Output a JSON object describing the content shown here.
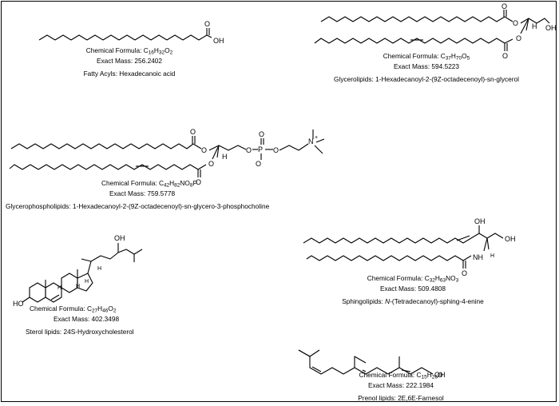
{
  "lipids": [
    {
      "key": "fatty_acyls",
      "formula": [
        [
          "C",
          ""
        ],
        [
          "16",
          "sub"
        ],
        [
          "H",
          ""
        ],
        [
          "32",
          "sub"
        ],
        [
          "O",
          ""
        ],
        [
          "2",
          "sub"
        ]
      ],
      "formula_prefix": "Chemical Formula: ",
      "exact_mass": "Exact Mass: 256.2402",
      "label": "Fatty Acyls: Hexadecanoic acid",
      "atoms": [
        "O",
        "OH"
      ]
    },
    {
      "key": "glycerolipids",
      "formula": [
        [
          "C",
          ""
        ],
        [
          "37",
          "sub"
        ],
        [
          "H",
          ""
        ],
        [
          "70",
          "sub"
        ],
        [
          "O",
          ""
        ],
        [
          "5",
          "sub"
        ]
      ],
      "formula_prefix": "Chemical Formula: ",
      "exact_mass": "Exact Mass: 594.5223",
      "label": "Glycerolipids:  1-Hexadecanoyl-2-(9Z-octadecenoyl)-sn-glycerol",
      "atoms": [
        "O",
        "O",
        "O",
        "O",
        "H",
        "OH"
      ]
    },
    {
      "key": "glycerophospholipids",
      "formula": [
        [
          "C",
          ""
        ],
        [
          "42",
          "sub"
        ],
        [
          "H",
          ""
        ],
        [
          "82",
          "sub"
        ],
        [
          "NO",
          ""
        ],
        [
          "8",
          "sub"
        ],
        [
          "P",
          ""
        ]
      ],
      "formula_prefix": "Chemical Formula: ",
      "exact_mass": "Exact Mass: 759.5778",
      "label": "Glycerophospholipids: 1-Hexadecanoyl-2-(9Z-octadecenoyl)-sn-glycero-3-phosphocholine",
      "atoms": [
        "O",
        "O",
        "O",
        "O",
        "H",
        "O",
        "P",
        "O",
        "O",
        "O",
        "N",
        "+"
      ]
    },
    {
      "key": "sterol_lipids",
      "formula": [
        [
          "C",
          ""
        ],
        [
          "27",
          "sub"
        ],
        [
          "H",
          ""
        ],
        [
          "46",
          "sub"
        ],
        [
          "O",
          ""
        ],
        [
          "2",
          "sub"
        ]
      ],
      "formula_prefix": "Chemical Formula: ",
      "exact_mass": "Exact Mass: 402.3498",
      "label": "Sterol lipids: 24S-Hydroxycholesterol",
      "atoms": [
        "OH",
        "H",
        "H",
        "H",
        "H",
        "HO"
      ]
    },
    {
      "key": "sphingolipids",
      "formula": [
        [
          "C",
          ""
        ],
        [
          "32",
          "sub"
        ],
        [
          "H",
          ""
        ],
        [
          "63",
          "sub"
        ],
        [
          "NO",
          ""
        ],
        [
          "3",
          "sub"
        ]
      ],
      "formula_prefix": "Chemical Formula: ",
      "exact_mass": "Exact Mass: 509.4808",
      "label_prefix": "Sphingolipids: ",
      "label_italic": "N",
      "label_rest": "-(Tetradecanoyl)-sphing-4-enine",
      "atoms": [
        "OH",
        "OH",
        "NH",
        "H",
        "O"
      ]
    },
    {
      "key": "prenol_lipids",
      "formula": [
        [
          "C",
          ""
        ],
        [
          "15",
          "sub"
        ],
        [
          "H",
          ""
        ],
        [
          "26",
          "sub"
        ],
        [
          "O",
          ""
        ]
      ],
      "formula_prefix": "Chemical Formula: ",
      "exact_mass": "Exact Mass: 222.1984",
      "label": "Prenol lipids: 2E,6E-Farnesol",
      "atoms": [
        "OH"
      ]
    }
  ]
}
